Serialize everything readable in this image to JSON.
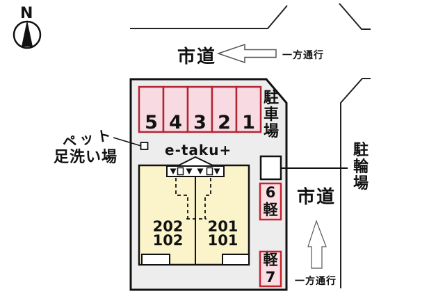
{
  "compass": {
    "label": "N"
  },
  "roads": {
    "top_label": "市道",
    "right_label": "市道",
    "one_way_top": "一方通行",
    "one_way_bottom": "一方通行"
  },
  "site": {
    "parking_area_label": "駐車場",
    "stalls": [
      "5",
      "4",
      "3",
      "2",
      "1"
    ],
    "kei_stall_top": {
      "line1": "6",
      "line2": "軽"
    },
    "kei_stall_bottom": {
      "line1": "軽",
      "line2": "7"
    },
    "bicycle_parking_label": "駐輪場",
    "pet_wash": {
      "line1": "ペット",
      "line2": "足洗い場"
    },
    "building": {
      "name": "e-taku+",
      "units_left": [
        "202",
        "102"
      ],
      "units_right": [
        "201",
        "101"
      ]
    }
  },
  "colors": {
    "site_fill": "#ededed",
    "stall_fill": "#f8dae3",
    "stall_border": "#b22634",
    "kei_fill": "#f9dee4",
    "kei_border": "#c2242e",
    "building_fill": "#fbf4ca",
    "line": "#111111"
  }
}
